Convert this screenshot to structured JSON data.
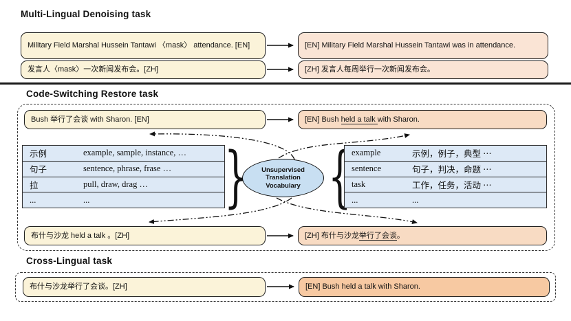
{
  "colors": {
    "input_bg": "#FBF3D9",
    "denoise_output_bg": "#FAE4D5",
    "restore_output_bg": "#F8DBC3",
    "cross_output_bg": "#F7C9A2",
    "table_bg": "#DDE9F6",
    "ellipse_bg": "#C8DFF2"
  },
  "denoising": {
    "title": "Multi-Lingual Denoising task",
    "row1": {
      "input": "Military Field Marshal Hussein Tantawi 〈mask〉 attendance. [EN]",
      "output": "[EN] Military Field Marshal Hussein Tantawi was in attendance."
    },
    "row2": {
      "input": "发言人〈mask〉一次新闻发布会。[ZH]",
      "output": "[ZH] 发言人每周举行一次新闻发布会。"
    }
  },
  "restore": {
    "title": "Code-Switching Restore task",
    "top": {
      "input": "Bush 举行了会谈  with Sharon. [EN]",
      "output_pre": "[EN] Bush ",
      "output_ul": "held a talk ",
      "output_post": "with Sharon."
    },
    "bottom": {
      "input": "布什与沙龙 held a talk 。[ZH]",
      "output_pre": "[ZH] 布什与沙龙",
      "output_ul": "举行了会谈",
      "output_post": "。"
    },
    "vocab_ellipse": {
      "line1": "Unsupervised",
      "line2": "Translation",
      "line3": "Vocabulary"
    },
    "zh2en_table": {
      "rows": [
        [
          "示例",
          "example, sample, instance, …"
        ],
        [
          "句子",
          "sentence, phrase, frase …"
        ],
        [
          "拉",
          "pull, draw, drag …"
        ],
        [
          "...",
          "..."
        ]
      ]
    },
    "en2zh_table": {
      "rows": [
        [
          "example",
          "示例，例子，典型 ⋯"
        ],
        [
          "sentence",
          "句子，判决，命题 ⋯"
        ],
        [
          "task",
          "工作，任务，活动 ⋯"
        ],
        [
          "...",
          "..."
        ]
      ]
    },
    "braces": {
      "after_zh2en": "}",
      "before_en2zh": "{"
    }
  },
  "cross": {
    "title": "Cross-Lingual task",
    "row": {
      "input": "布什与沙龙举行了会谈。[ZH]",
      "output": "[EN] Bush held a talk with Sharon."
    }
  }
}
